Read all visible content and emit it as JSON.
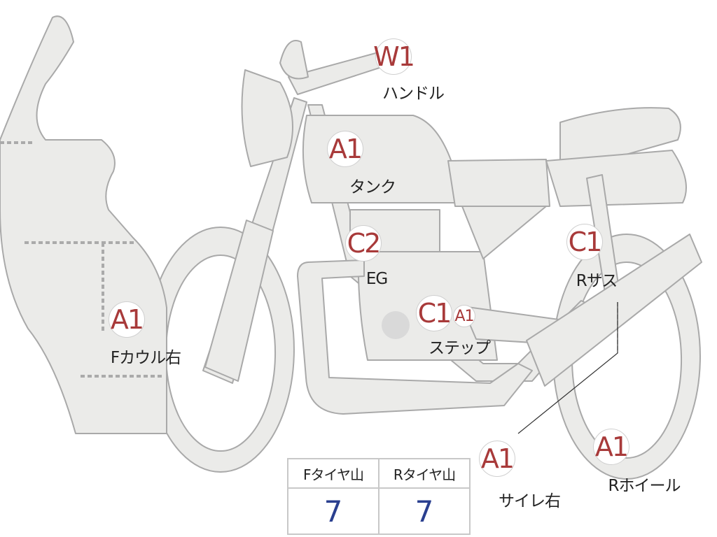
{
  "colors": {
    "marker_text": "#a83a3a",
    "value_text": "#2a3f8f",
    "part_fill": "#ebebe9",
    "part_stroke": "#a9a9a9",
    "dotted_line": "#aaaaaa"
  },
  "markers": [
    {
      "id": "handle",
      "grade": "W1",
      "label": "ハンドル"
    },
    {
      "id": "tank",
      "grade": "A1",
      "label": "タンク"
    },
    {
      "id": "engine",
      "grade": "C2",
      "label": "EG"
    },
    {
      "id": "step",
      "grade": "C1",
      "grade2": "A1",
      "label": "ステップ"
    },
    {
      "id": "rear-suspension",
      "grade": "C1",
      "label": "Rサス"
    },
    {
      "id": "front-cowl-right",
      "grade": "A1",
      "label": "Fカウル右"
    },
    {
      "id": "muffler-right",
      "grade": "A1",
      "label": "サイレ右"
    },
    {
      "id": "rear-wheel",
      "grade": "A1",
      "label": "Rホイール"
    }
  ],
  "tire_table": {
    "headers": [
      "Fタイヤ山",
      "Rタイヤ山"
    ],
    "values": [
      "7",
      "7"
    ]
  }
}
